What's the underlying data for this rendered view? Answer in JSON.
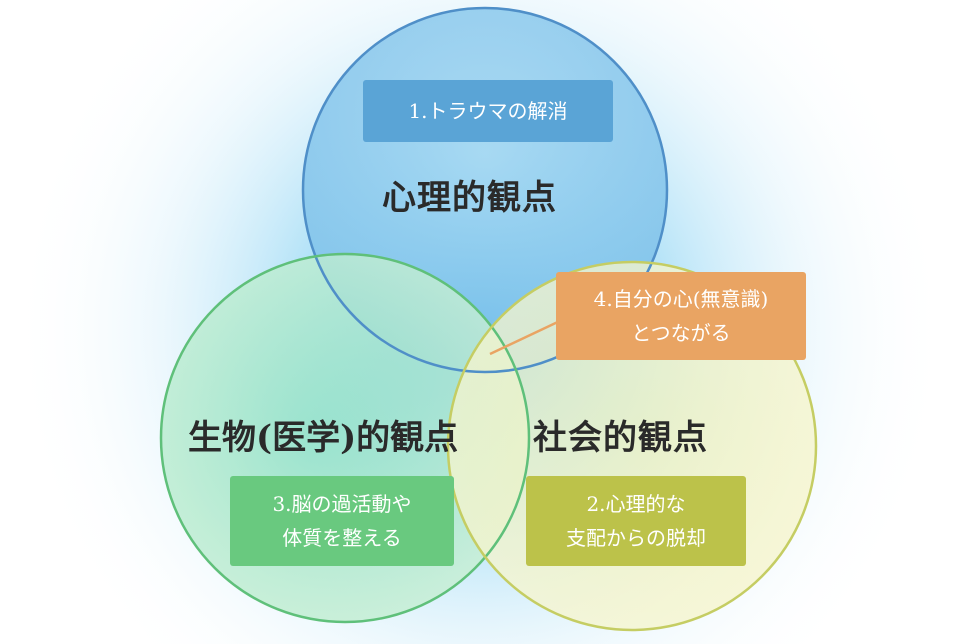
{
  "circles": {
    "psychological": {
      "title": "心理的観点",
      "color": "#8cc9ea"
    },
    "biological": {
      "title": "生物(医学)的観点",
      "color": "#8ddfb0"
    },
    "social": {
      "title": "社会的観点",
      "color": "#e7eda0"
    }
  },
  "boxes": {
    "box1": {
      "lines": [
        "1.トラウマの解消"
      ],
      "color": "#5aa4d6"
    },
    "box2": {
      "lines": [
        "2.心理的な",
        "支配からの脱却"
      ],
      "color": "#bcc24a"
    },
    "box3": {
      "lines": [
        "3.脳の過活動や",
        "体質を整える"
      ],
      "color": "#69c97f"
    },
    "box4": {
      "lines": [
        "4.自分の心(無意識)",
        "とつながる"
      ],
      "color": "#e9a463"
    }
  }
}
